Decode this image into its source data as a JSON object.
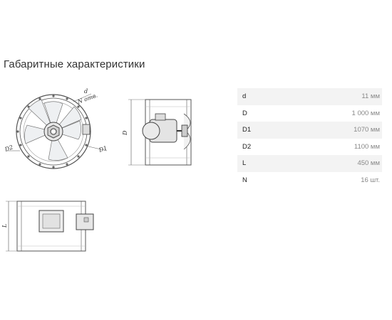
{
  "title": "Габаритные характеристики",
  "specs": [
    {
      "key": "d",
      "value": "11 мм"
    },
    {
      "key": "D",
      "value": "1 000 мм"
    },
    {
      "key": "D1",
      "value": "1070 мм"
    },
    {
      "key": "D2",
      "value": "1100 мм"
    },
    {
      "key": "L",
      "value": "450 мм"
    },
    {
      "key": "N",
      "value": "16 шт."
    }
  ],
  "drawing_labels": {
    "d": "d",
    "n_holes": "N отв.",
    "d2": "D2",
    "d1": "D1",
    "d_side": "D",
    "l_side": "L"
  }
}
